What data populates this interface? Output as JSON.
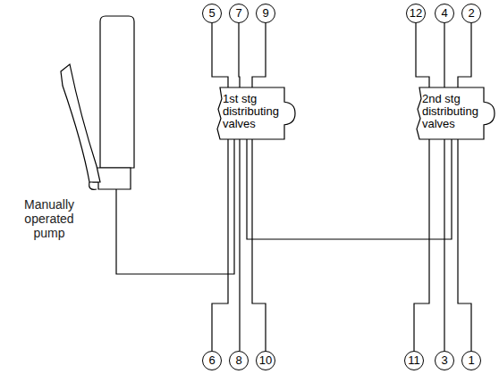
{
  "diagram": {
    "nodes": [
      {
        "text": [
          "Manually operated pump"
        ]
      },
      {
        "text": [
          "1st stg distributing valves"
        ]
      },
      {
        "text": [
          "2nd stg distributing valves"
        ]
      }
    ],
    "edges": [
      {
        "from": 0,
        "to": 1,
        "arrow": "none"
      },
      {
        "from": 1,
        "to": 2,
        "arrow": "none"
      }
    ],
    "labels": [
      "5",
      "7",
      "9",
      "12",
      "4",
      "2",
      "6",
      "8",
      "10",
      "11",
      "3",
      "1"
    ]
  }
}
